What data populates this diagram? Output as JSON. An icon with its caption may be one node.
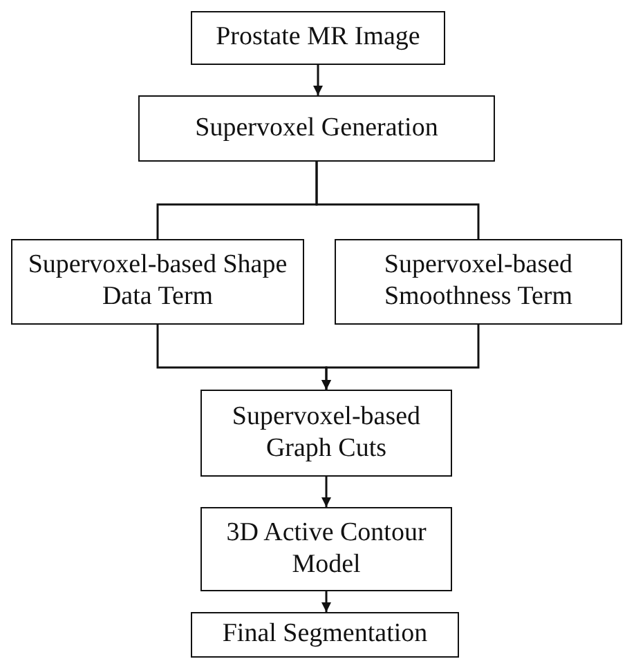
{
  "diagram": {
    "nodes": [
      {
        "text": [
          "Prostate MR Image"
        ]
      },
      {
        "text": [
          "Supervoxel Generation"
        ]
      },
      {
        "text": [
          "Supervoxel-based Shape Data Term"
        ]
      },
      {
        "text": [
          "Supervoxel-based Smoothness Term"
        ]
      },
      {
        "text": [
          "Supervoxel-based Graph Cuts"
        ]
      },
      {
        "text": [
          "3D Active Contour Model"
        ]
      },
      {
        "text": [
          "Final Segmentation"
        ]
      }
    ],
    "edges": [
      {
        "from": 0,
        "to": 1,
        "arrow": "to"
      },
      {
        "from": 1,
        "to": 2,
        "arrow": "none"
      },
      {
        "from": 1,
        "to": 3,
        "arrow": "none"
      },
      {
        "from": 2,
        "to": 4,
        "arrow": "to"
      },
      {
        "from": 3,
        "to": 4,
        "arrow": "to"
      },
      {
        "from": 4,
        "to": 5,
        "arrow": "to"
      },
      {
        "from": 5,
        "to": 6,
        "arrow": "to"
      }
    ]
  }
}
